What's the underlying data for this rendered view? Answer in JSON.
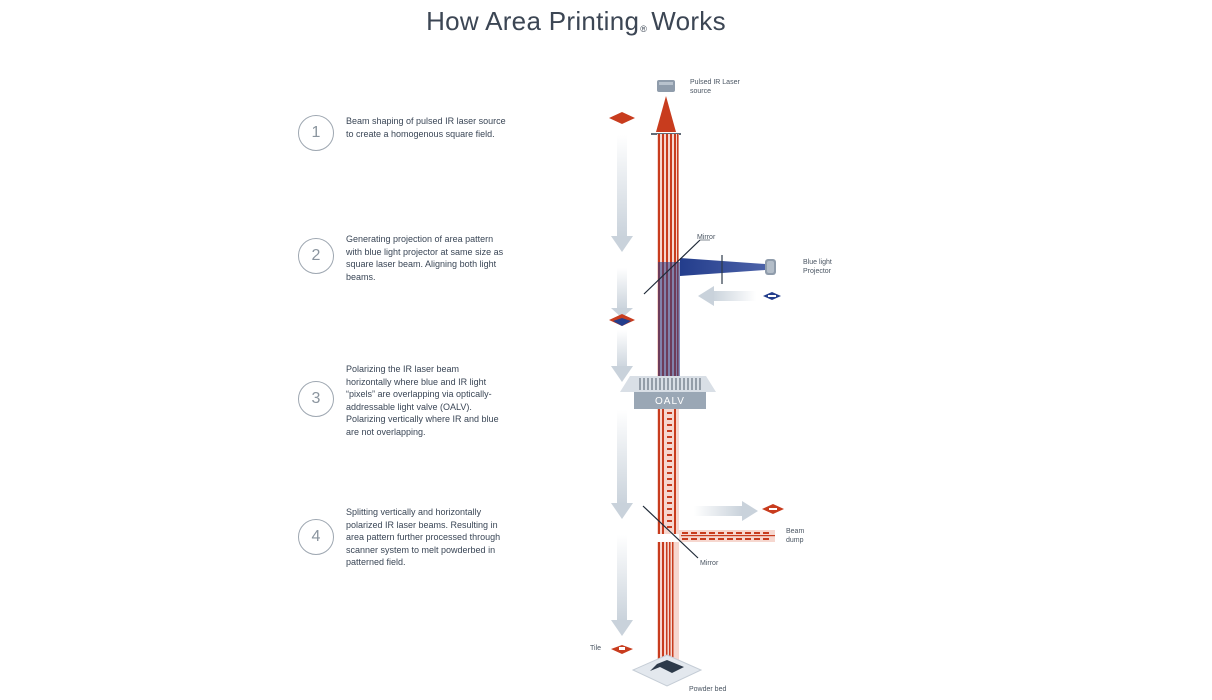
{
  "title": {
    "main": "How Area Printing",
    "mark": "®",
    "tail": "Works"
  },
  "steps": [
    {
      "number": "1",
      "text": "Beam shaping of pulsed IR laser source to create a homogenous square field."
    },
    {
      "number": "2",
      "text": "Generating projection of area pattern with blue light projector at same size as square laser beam. Aligning both light beams."
    },
    {
      "number": "3",
      "text": "Polarizing the IR laser beam horizontally where blue and IR light “pixels” are overlapping via optically- addressable light valve (OALV). Polarizing vertically where IR and blue are not overlapping."
    },
    {
      "number": "4",
      "text": "Splitting vertically and horizontally polarized IR laser beams. Resulting in area pattern further processed through scanner system to melt powderbed in patterned field."
    }
  ],
  "labels": {
    "laser_source": "Pulsed IR Laser source",
    "mirror_top": "Mirror",
    "projector": "Blue light Projector",
    "oalv": "OALV",
    "beam_dump": "Beam dump",
    "mirror_bottom": "Mirror",
    "tile": "Tile",
    "powder_bed": "Powder bed"
  },
  "colors": {
    "red": "#c83c1e",
    "blue": "#233d8c",
    "grey": "#8f9cab",
    "pale": "#f2c7bb"
  }
}
